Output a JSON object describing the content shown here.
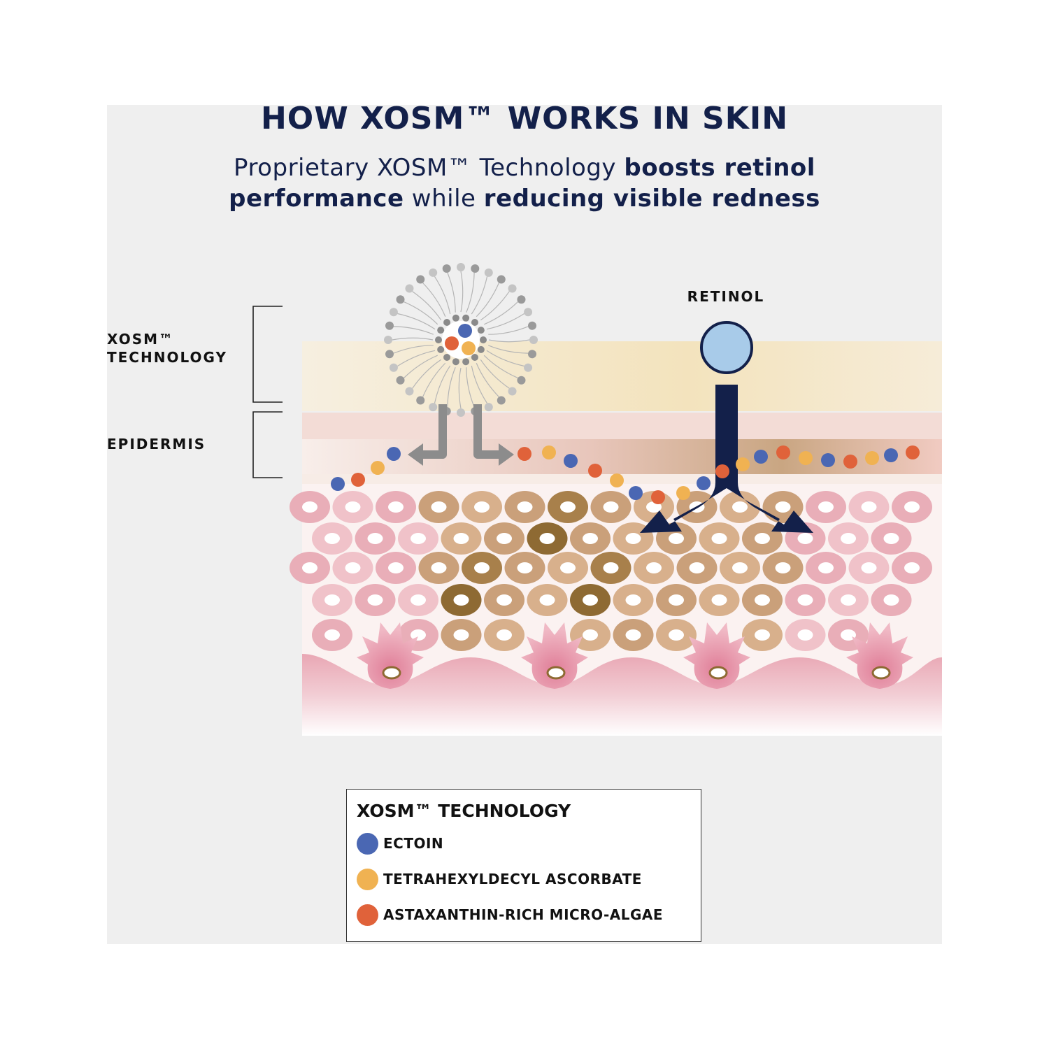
{
  "title": "HOW XOSM™ WORKS IN SKIN",
  "subtitle": {
    "line1_normal": "Proprietary XOSM™ Technology ",
    "line1_bold": "boosts retinol",
    "line2_bold_a": "performance",
    "line2_normal": " while ",
    "line2_bold_b": "reducing visible redness"
  },
  "labels": {
    "xosm_line1": "XOSM™",
    "xosm_line2": "TECHNOLOGY",
    "epidermis": "EPIDERMIS",
    "retinol": "RETINOL"
  },
  "legend": {
    "title": "XOSM™ TECHNOLOGY",
    "items": [
      {
        "label": "ECTOIN",
        "color": "#4a67b3",
        "icon": "blue-dot-icon"
      },
      {
        "label": "TETRAHEXYLDECYL ASCORBATE",
        "color": "#f0b252",
        "icon": "yellow-dot-icon"
      },
      {
        "label": "ASTAXANTHIN-RICH MICRO-ALGAE",
        "color": "#e0623a",
        "icon": "orange-dot-icon"
      }
    ]
  },
  "colors": {
    "navy": "#13204a",
    "ectoin": "#4a67b3",
    "ascorbate": "#f0b252",
    "algae": "#e0623a",
    "retinol": "#a8cbe9",
    "arrow_gray": "#8c8c8c"
  }
}
